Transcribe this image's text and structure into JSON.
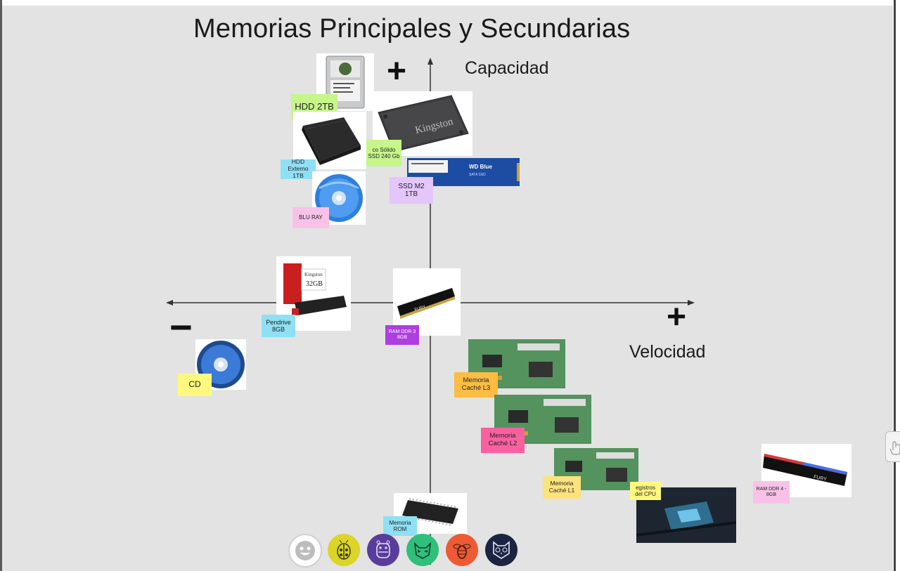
{
  "title": "Memorias Principales y Secundarias",
  "axes": {
    "y_label": "Capacidad",
    "x_label": "Velocidad",
    "plus_sign": "+",
    "minus_sign": "−"
  },
  "notes": {
    "hdd2tb": "HDD 2TB",
    "ssd240": "co Sólido SSD 240 Gb",
    "hdd_ext": "HDD Externo 1TB",
    "ssd_m2": "SSD M2 1TB",
    "bluray": "BLU RAY",
    "pendrive": "Pendrive 8GB",
    "ram_ddr3": "RAM DDR 3 8GB",
    "cd": "CD",
    "cache_l3": "Memoria Caché L3",
    "cache_l2": "Memoria Caché L2",
    "cache_l1": "Memoria Caché L1",
    "registros": "egistros del CPU",
    "ram_ddr4": "RAM DDR 4 - 8GB",
    "rom": "Memoria ROM"
  },
  "image_labels": {
    "kingston_ssd": "Kingston",
    "wd_blue": "WD Blue",
    "wd_blue_sub": "SATA SSD",
    "pendrive_brand": "Kingston",
    "pendrive_capacity": "32GB",
    "fury_ddr3": "FURY",
    "fury_ddr4": "FURY"
  },
  "avatars": [
    {
      "icon": "smiley-face-icon",
      "color": "#ffffff"
    },
    {
      "icon": "ladybug-icon",
      "color": "#dcd428"
    },
    {
      "icon": "hippo-icon",
      "color": "#5a3c9c"
    },
    {
      "icon": "raccoon-icon",
      "color": "#2ec07a"
    },
    {
      "icon": "bee-icon",
      "color": "#ee5a33"
    },
    {
      "icon": "owl-icon",
      "color": "#1b2441"
    }
  ]
}
